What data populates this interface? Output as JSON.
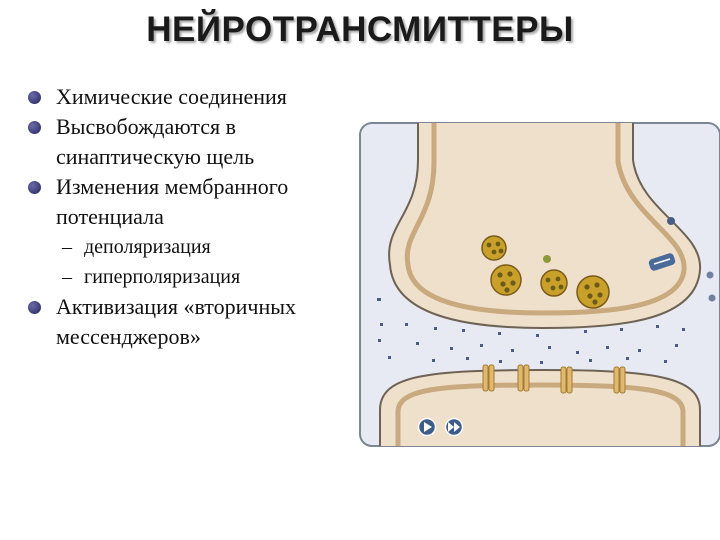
{
  "title": "НЕЙРОТРАНСМИТТЕРЫ",
  "bullets": [
    {
      "text": "Химические соединения"
    },
    {
      "text": "Высвобождаются в синаптическую щель"
    },
    {
      "text": "Изменения мембранного потенциала"
    },
    {
      "text": "Активизация «вторичных мессенджеров»"
    }
  ],
  "sub_bullets": [
    {
      "text": "деполяризация"
    },
    {
      "text": "гиперполяризация"
    }
  ],
  "sub_dash": "–",
  "colors": {
    "cell_fill": "#efe0cc",
    "cell_outline": "#c9a97e",
    "panel_bg": "#e7eaf2",
    "vesicle": "#c9a12a",
    "transmitter": "#4a5d86"
  },
  "icons": [
    "play-icon",
    "fast-forward-icon"
  ]
}
